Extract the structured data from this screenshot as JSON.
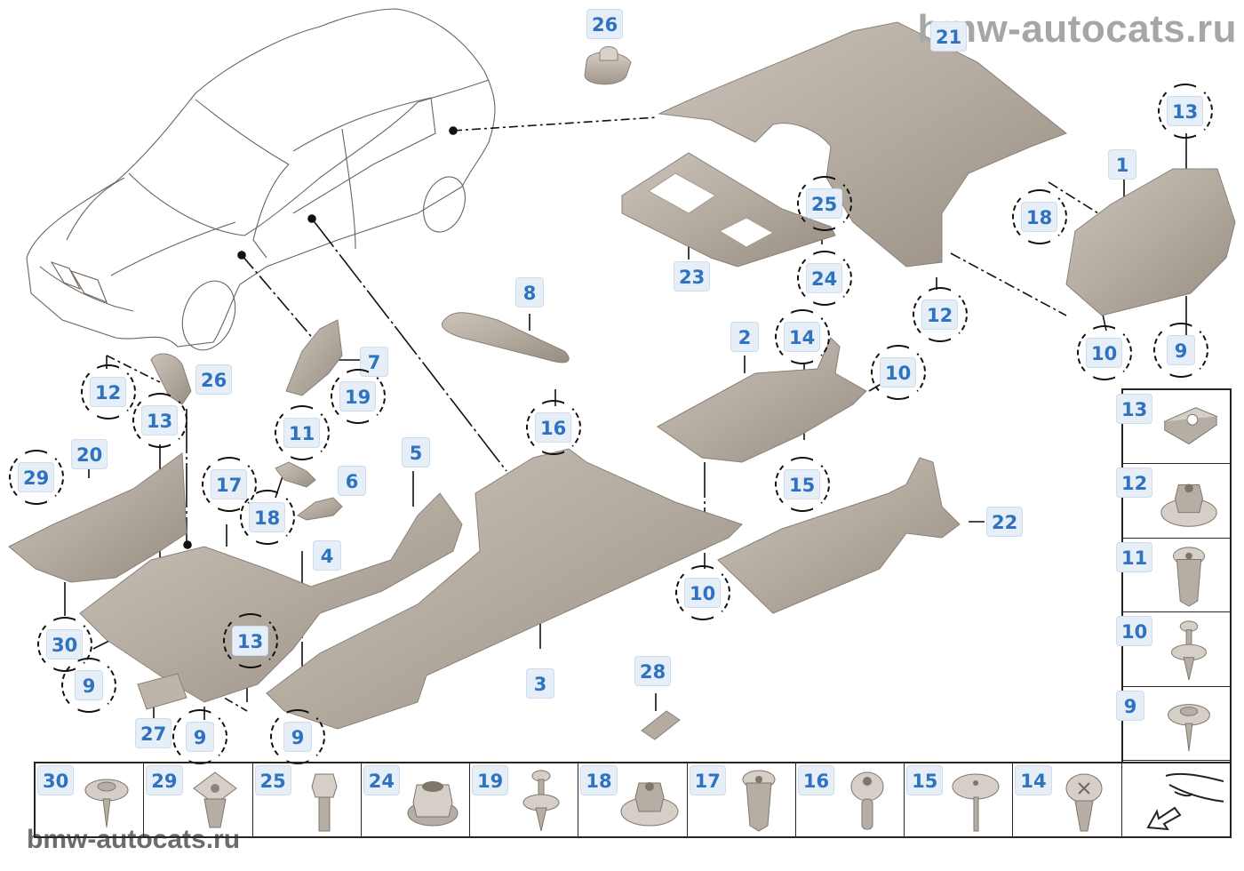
{
  "watermarks": {
    "top": "bmw-autocats.ru",
    "bottom": "bmw-autocats.ru"
  },
  "callouts": [
    {
      "id": "1",
      "label": "1",
      "style": "box"
    },
    {
      "id": "2",
      "label": "2",
      "style": "box"
    },
    {
      "id": "3",
      "label": "3",
      "style": "box"
    },
    {
      "id": "4",
      "label": "4",
      "style": "box"
    },
    {
      "id": "5",
      "label": "5",
      "style": "box"
    },
    {
      "id": "6",
      "label": "6",
      "style": "box"
    },
    {
      "id": "7",
      "label": "7",
      "style": "box"
    },
    {
      "id": "8",
      "label": "8",
      "style": "box"
    },
    {
      "id": "9a",
      "label": "9",
      "style": "circle"
    },
    {
      "id": "9b",
      "label": "9",
      "style": "circle"
    },
    {
      "id": "9c",
      "label": "9",
      "style": "circle"
    },
    {
      "id": "9d",
      "label": "9",
      "style": "circle"
    },
    {
      "id": "10a",
      "label": "10",
      "style": "circle"
    },
    {
      "id": "10b",
      "label": "10",
      "style": "circle"
    },
    {
      "id": "10c",
      "label": "10",
      "style": "circle"
    },
    {
      "id": "11",
      "label": "11",
      "style": "circle"
    },
    {
      "id": "12a",
      "label": "12",
      "style": "circle"
    },
    {
      "id": "12b",
      "label": "12",
      "style": "circle"
    },
    {
      "id": "13a",
      "label": "13",
      "style": "circle"
    },
    {
      "id": "13b",
      "label": "13",
      "style": "circle"
    },
    {
      "id": "13c",
      "label": "13",
      "style": "circle"
    },
    {
      "id": "14",
      "label": "14",
      "style": "circle"
    },
    {
      "id": "15",
      "label": "15",
      "style": "circle"
    },
    {
      "id": "16",
      "label": "16",
      "style": "circle"
    },
    {
      "id": "17",
      "label": "17",
      "style": "circle"
    },
    {
      "id": "18a",
      "label": "18",
      "style": "circle"
    },
    {
      "id": "18b",
      "label": "18",
      "style": "circle"
    },
    {
      "id": "19",
      "label": "19",
      "style": "circle"
    },
    {
      "id": "20",
      "label": "20",
      "style": "box"
    },
    {
      "id": "21",
      "label": "21",
      "style": "box"
    },
    {
      "id": "22",
      "label": "22",
      "style": "box"
    },
    {
      "id": "23",
      "label": "23",
      "style": "box"
    },
    {
      "id": "24",
      "label": "24",
      "style": "circle"
    },
    {
      "id": "25",
      "label": "25",
      "style": "circle"
    },
    {
      "id": "26a",
      "label": "26",
      "style": "box"
    },
    {
      "id": "26b",
      "label": "26",
      "style": "box"
    },
    {
      "id": "27",
      "label": "27",
      "style": "box"
    },
    {
      "id": "28",
      "label": "28",
      "style": "box"
    },
    {
      "id": "29",
      "label": "29",
      "style": "circle"
    },
    {
      "id": "30",
      "label": "30",
      "style": "circle"
    }
  ],
  "fastener_row": [
    {
      "label": "30",
      "icon": "screw-washer-icon"
    },
    {
      "label": "29",
      "icon": "square-clip-nut-icon"
    },
    {
      "label": "25",
      "icon": "hex-bolt-icon"
    },
    {
      "label": "24",
      "icon": "flange-hex-nut-icon"
    },
    {
      "label": "19",
      "icon": "push-rivet-icon"
    },
    {
      "label": "18",
      "icon": "speed-nut-icon"
    },
    {
      "label": "17",
      "icon": "expansion-nut-icon"
    },
    {
      "label": "16",
      "icon": "torx-screw-icon"
    },
    {
      "label": "15",
      "icon": "flat-head-screw-icon"
    },
    {
      "label": "14",
      "icon": "plastic-expanding-rivet-icon"
    },
    {
      "label": "",
      "icon": "front-direction-arrow-icon"
    }
  ],
  "fastener_column": [
    {
      "label": "13",
      "icon": "spring-clip-nut-icon"
    },
    {
      "label": "12",
      "icon": "hex-washer-nut-icon"
    },
    {
      "label": "11",
      "icon": "well-nut-icon"
    },
    {
      "label": "10",
      "icon": "push-pin-rivet-icon"
    },
    {
      "label": "9",
      "icon": "hex-washer-screw-icon"
    }
  ],
  "colors": {
    "badge_bg": "#e6eef7",
    "badge_text": "#2f72bf",
    "part_fill": "#b8afa5",
    "part_shade": "#958b80",
    "outline": "#7a6f66"
  }
}
